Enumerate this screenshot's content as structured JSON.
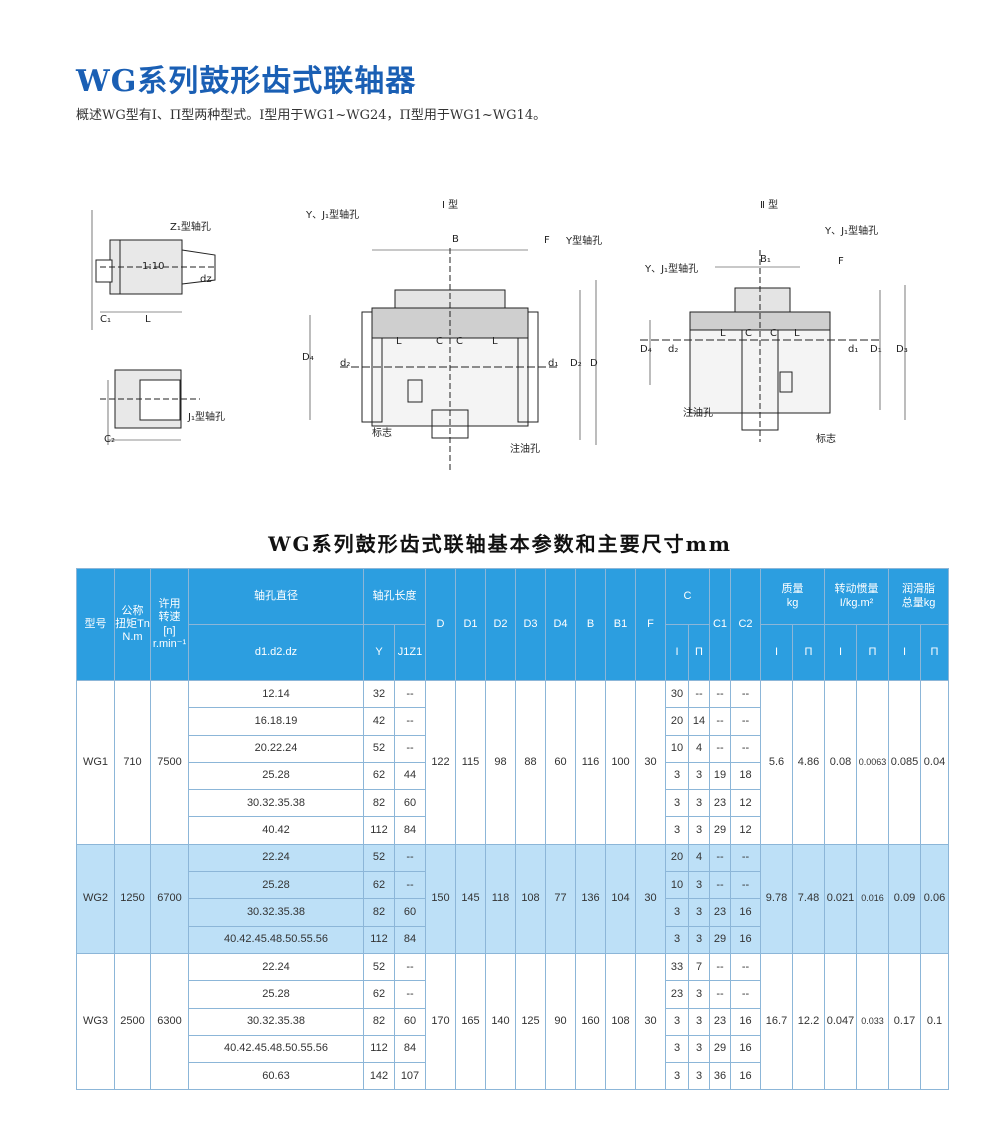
{
  "title": "WG系列鼓形齿式联轴器",
  "intro": "概述WG型有I、Π型两种型式。I型用于WG1~WG24，Π型用于WG1~WG14。",
  "drawing": {
    "type1_title": "I 型",
    "type2_title": "Ⅱ 型",
    "labels": {
      "z1": "Z₁型轴孔",
      "taper": "1:10",
      "d_z": "dz",
      "c1": "C₁",
      "c2": "C₂",
      "L": "L",
      "j1": "J₁型轴孔",
      "yj1_a": "Y、J₁型轴孔",
      "yj1_b": "Y、J₁型轴孔",
      "yj1_c": "Y、J₁型轴孔",
      "y": "Y型轴孔",
      "B": "B",
      "B1": "B₁",
      "F": "F",
      "C": "C",
      "D": "D",
      "D1": "D₁",
      "D2": "D₂",
      "D3": "D₃",
      "D4": "D₄",
      "d1": "d₁",
      "d2": "d₂",
      "mark1": "标志",
      "mark2": "标志",
      "oil1": "注油孔",
      "oil2": "注油孔"
    }
  },
  "table_title": "WG系列鼓形齿式联轴基本参数和主要尺寸mm",
  "colors": {
    "header": "#2c9ee0",
    "band": "#bde0f7",
    "title": "#1a5fb4"
  },
  "headers": {
    "model": "型号",
    "torque": [
      "公称",
      "扭矩Tn",
      "N.m"
    ],
    "speed": [
      "许用",
      "转速",
      "[n]",
      "r.min⁻¹"
    ],
    "bore_dia": "轴孔直径",
    "bore_dia_sub": "d1.d2.dz",
    "bore_len": "轴孔长度",
    "y": "Y",
    "j1z1": "J1Z1",
    "D": "D",
    "D1": "D1",
    "D2": "D2",
    "D3": "D3",
    "D4": "D4",
    "B": "B",
    "B1": "B1",
    "F": "F",
    "C": "C",
    "C_i": "I",
    "C_ii": "Π",
    "C1": "C1",
    "C2": "C2",
    "mass": [
      "质量",
      "kg"
    ],
    "inertia": [
      "转动惯量",
      "I/kg.m²"
    ],
    "grease": [
      "润滑脂",
      "总量kg"
    ],
    "i": "I",
    "ii": "Π"
  },
  "groups": [
    {
      "model": "WG1",
      "torque": "710",
      "speed": "7500",
      "D": "122",
      "D1": "115",
      "D2": "98",
      "D3": "88",
      "D4": "60",
      "B": "116",
      "B1": "100",
      "F": "30",
      "mass_i": "5.6",
      "mass_ii": "4.86",
      "inertia_i": "0.08",
      "inertia_ii": "0.0063",
      "grease_i": "0.085",
      "grease_ii": "0.04",
      "rows": [
        {
          "d": "12.14",
          "y": "32",
          "j": "--",
          "ci": "30",
          "cii": "--",
          "c1": "--",
          "c2": "--"
        },
        {
          "d": "16.18.19",
          "y": "42",
          "j": "--",
          "ci": "20",
          "cii": "14",
          "c1": "--",
          "c2": "--"
        },
        {
          "d": "20.22.24",
          "y": "52",
          "j": "--",
          "ci": "10",
          "cii": "4",
          "c1": "--",
          "c2": "--"
        },
        {
          "d": "25.28",
          "y": "62",
          "j": "44",
          "ci": "3",
          "cii": "3",
          "c1": "19",
          "c2": "18"
        },
        {
          "d": "30.32.35.38",
          "y": "82",
          "j": "60",
          "ci": "3",
          "cii": "3",
          "c1": "23",
          "c2": "12"
        },
        {
          "d": "40.42",
          "y": "112",
          "j": "84",
          "ci": "3",
          "cii": "3",
          "c1": "29",
          "c2": "12"
        }
      ]
    },
    {
      "model": "WG2",
      "torque": "1250",
      "speed": "6700",
      "D": "150",
      "D1": "145",
      "D2": "118",
      "D3": "108",
      "D4": "77",
      "B": "136",
      "B1": "104",
      "F": "30",
      "mass_i": "9.78",
      "mass_ii": "7.48",
      "inertia_i": "0.021",
      "inertia_ii": "0.016",
      "grease_i": "0.09",
      "grease_ii": "0.06",
      "rows": [
        {
          "d": "22.24",
          "y": "52",
          "j": "--",
          "ci": "20",
          "cii": "4",
          "c1": "--",
          "c2": "--"
        },
        {
          "d": "25.28",
          "y": "62",
          "j": "--",
          "ci": "10",
          "cii": "3",
          "c1": "--",
          "c2": "--"
        },
        {
          "d": "30.32.35.38",
          "y": "82",
          "j": "60",
          "ci": "3",
          "cii": "3",
          "c1": "23",
          "c2": "16"
        },
        {
          "d": "40.42.45.48.50.55.56",
          "y": "112",
          "j": "84",
          "ci": "3",
          "cii": "3",
          "c1": "29",
          "c2": "16"
        }
      ]
    },
    {
      "model": "WG3",
      "torque": "2500",
      "speed": "6300",
      "D": "170",
      "D1": "165",
      "D2": "140",
      "D3": "125",
      "D4": "90",
      "B": "160",
      "B1": "108",
      "F": "30",
      "mass_i": "16.7",
      "mass_ii": "12.2",
      "inertia_i": "0.047",
      "inertia_ii": "0.033",
      "grease_i": "0.17",
      "grease_ii": "0.1",
      "rows": [
        {
          "d": "22.24",
          "y": "52",
          "j": "--",
          "ci": "33",
          "cii": "7",
          "c1": "--",
          "c2": "--"
        },
        {
          "d": "25.28",
          "y": "62",
          "j": "--",
          "ci": "23",
          "cii": "3",
          "c1": "--",
          "c2": "--"
        },
        {
          "d": "30.32.35.38",
          "y": "82",
          "j": "60",
          "ci": "3",
          "cii": "3",
          "c1": "23",
          "c2": "16"
        },
        {
          "d": "40.42.45.48.50.55.56",
          "y": "112",
          "j": "84",
          "ci": "3",
          "cii": "3",
          "c1": "29",
          "c2": "16"
        },
        {
          "d": "60.63",
          "y": "142",
          "j": "107",
          "ci": "3",
          "cii": "3",
          "c1": "36",
          "c2": "16"
        }
      ]
    }
  ]
}
